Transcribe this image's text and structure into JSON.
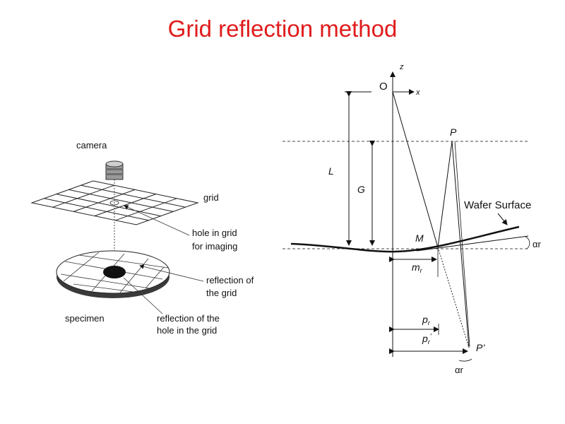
{
  "title": "Grid reflection method",
  "setup": {
    "camera": "camera",
    "grid": "grid",
    "hole_line1": "hole in grid",
    "hole_line2": "for imaging",
    "refl_grid_line1": "reflection of",
    "refl_grid_line2": "the grid",
    "specimen": "specimen",
    "refl_hole_line1": "reflection of the",
    "refl_hole_line2": "hole in the grid"
  },
  "geometry": {
    "z": "z",
    "x": "x",
    "O": "O",
    "P": "P",
    "L": "L",
    "G": "G",
    "M": "M",
    "wafer": "Wafer Surface",
    "alpha_right": "αr",
    "m": "m",
    "m_sub": "r",
    "p": "p",
    "p_sub": "r",
    "p_prime": "p",
    "p_prime_sub": "r",
    "p_prime_mark": "′",
    "P_prime": "P’",
    "alpha_bottom": "αr"
  }
}
